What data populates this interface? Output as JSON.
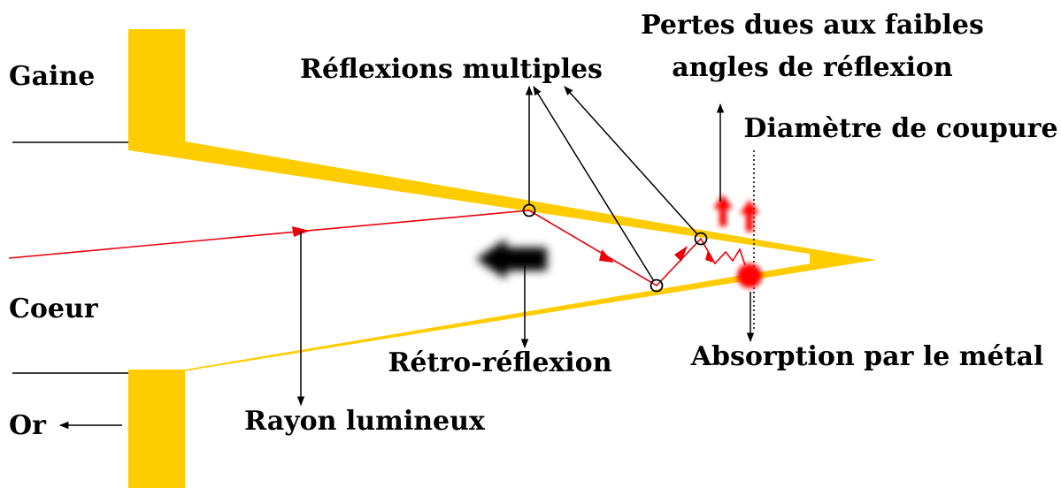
{
  "labels": {
    "gaine": "Gaine",
    "coeur": "Coeur",
    "or": "Or",
    "reflexions_multiples": "Réflexions multiples",
    "pertes_line1": "Pertes dues aux faibles",
    "pertes_line2": "angles de réflexion",
    "diametre_coupure": "Diamètre de coupure",
    "retro_reflexion": "Rétro-réflexion",
    "absorption": "Absorption par le métal",
    "rayon_lumineux": "Rayon lumineux"
  },
  "colors": {
    "gold": "#FFCC00",
    "ray": "#E8000B",
    "absorption": "#FF0000",
    "arrow": "#000000",
    "background": "#FFFFFF"
  }
}
